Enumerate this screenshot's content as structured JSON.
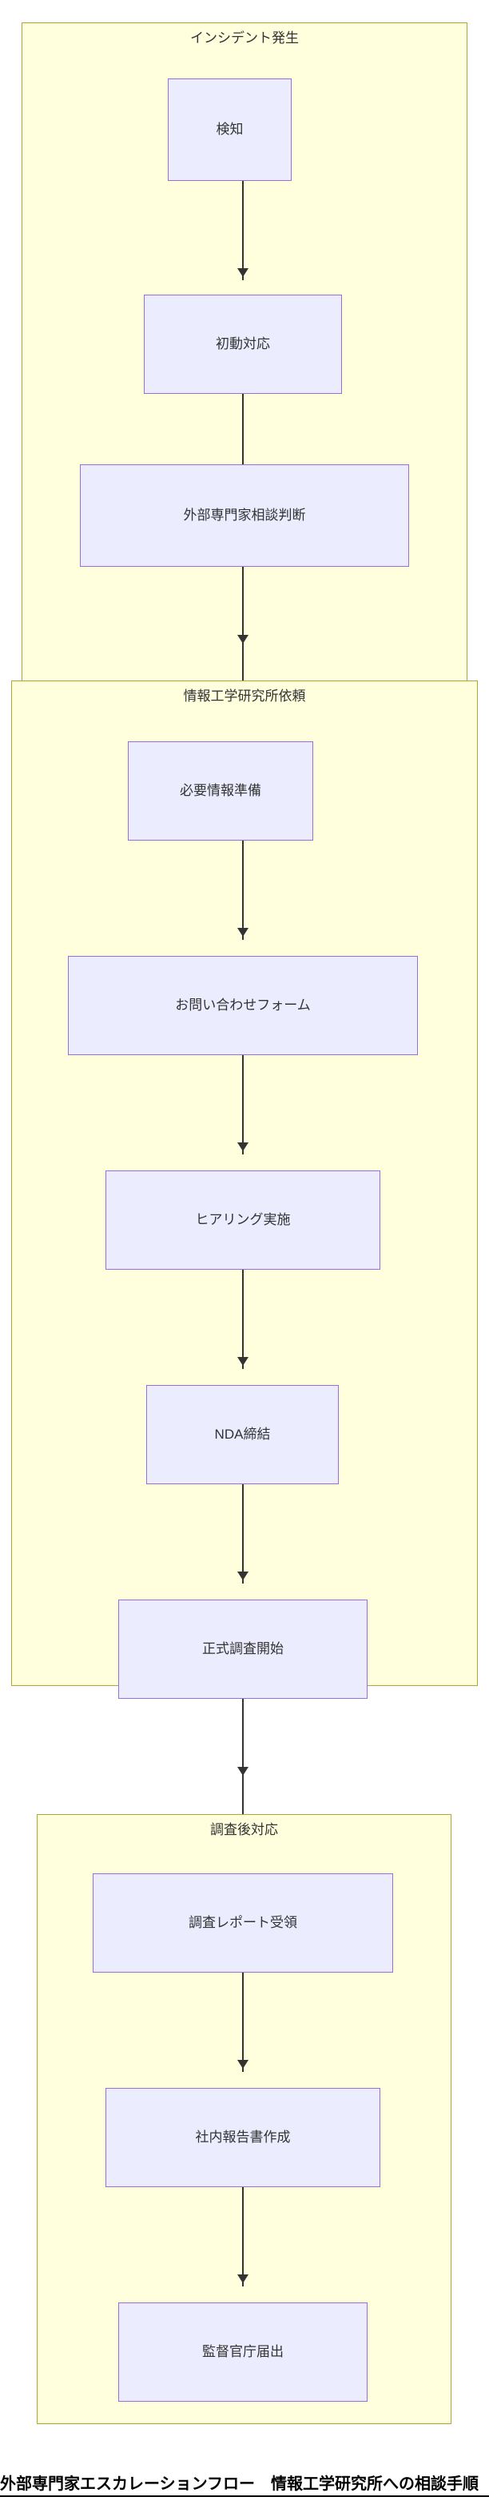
{
  "diagram": {
    "type": "flowchart",
    "direction": "top-down",
    "theme": {
      "cluster_fill": "#ffffde",
      "cluster_stroke": "#aaaa33",
      "node_fill": "#ececff",
      "node_stroke": "#9370db",
      "edge_stroke": "#333333",
      "text_color": "#333333",
      "background": "#ffffff"
    },
    "clusters": [
      {
        "id": "cluster-incident",
        "title": "インシデント発生",
        "nodes": [
          {
            "id": "node-detect",
            "label": "検知"
          },
          {
            "id": "node-initial-response",
            "label": "初動対応"
          },
          {
            "id": "node-external-consult-decision",
            "label": "外部専門家相談判断"
          }
        ]
      },
      {
        "id": "cluster-request",
        "title": "情報工学研究所依頼",
        "nodes": [
          {
            "id": "node-prepare-info",
            "label": "必要情報準備"
          },
          {
            "id": "node-contact-form",
            "label": "お問い合わせフォーム"
          },
          {
            "id": "node-hearing",
            "label": "ヒアリング実施"
          },
          {
            "id": "node-nda",
            "label": "NDA締結"
          },
          {
            "id": "node-formal-investigation",
            "label": "正式調査開始"
          }
        ]
      },
      {
        "id": "cluster-post-investigation",
        "title": "調査後対応",
        "nodes": [
          {
            "id": "node-receive-report",
            "label": "調査レポート受領"
          },
          {
            "id": "node-internal-report",
            "label": "社内報告書作成"
          },
          {
            "id": "node-regulator-filing",
            "label": "監督官庁届出"
          }
        ]
      }
    ],
    "edges": [
      {
        "from": "node-detect",
        "to": "node-initial-response"
      },
      {
        "from": "node-initial-response",
        "to": "node-external-consult-decision"
      },
      {
        "from": "node-external-consult-decision",
        "to": "cluster-request"
      },
      {
        "from": "node-prepare-info",
        "to": "node-contact-form"
      },
      {
        "from": "node-contact-form",
        "to": "node-hearing"
      },
      {
        "from": "node-hearing",
        "to": "node-nda"
      },
      {
        "from": "node-nda",
        "to": "node-formal-investigation"
      },
      {
        "from": "node-formal-investigation",
        "to": "cluster-post-investigation"
      },
      {
        "from": "node-receive-report",
        "to": "node-internal-report"
      },
      {
        "from": "node-internal-report",
        "to": "node-regulator-filing"
      }
    ]
  },
  "footer": {
    "caption": "外部専門家エスカレーションフロー　情報工学研究所への相談手順"
  }
}
